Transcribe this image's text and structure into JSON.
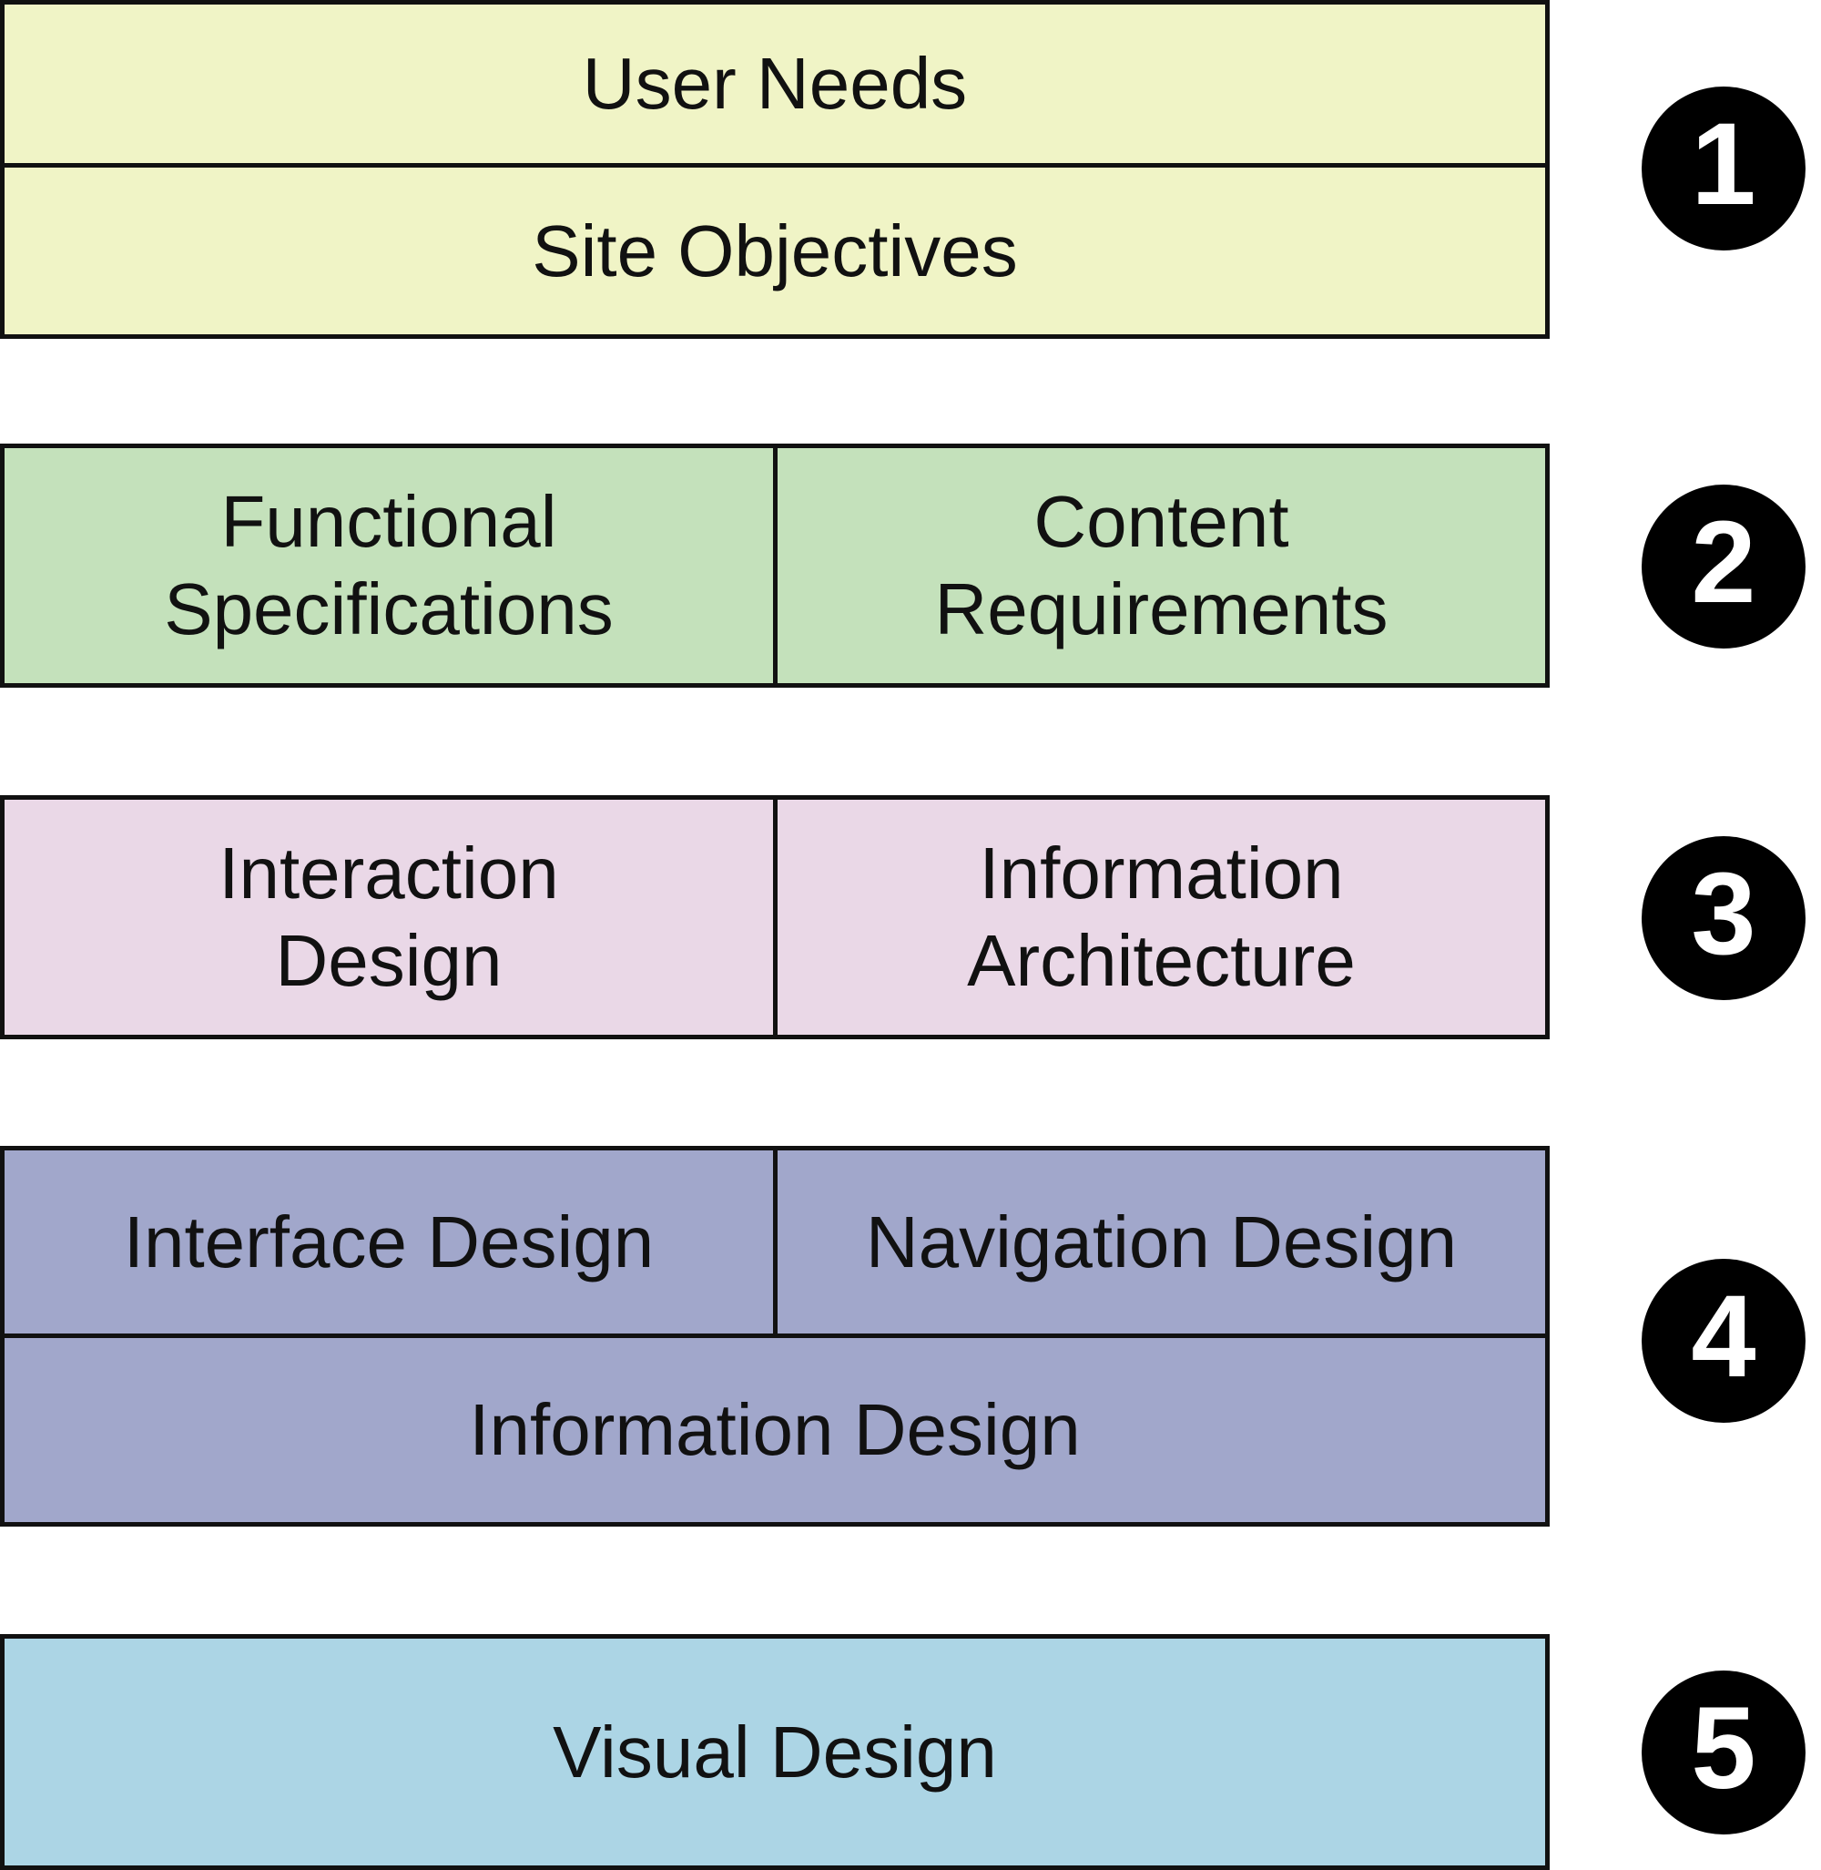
{
  "colors": {
    "tier1": "#f0f4c6",
    "tier2": "#c4e1bb",
    "tier3": "#ead8e7",
    "tier4": "#a1a7cb",
    "tier5": "#acd5e5",
    "border": "#111111",
    "badge": "#000000"
  },
  "tiers": [
    {
      "number": "1",
      "cells": [
        "User Needs",
        "Site Objectives"
      ]
    },
    {
      "number": "2",
      "cells": [
        "Functional\nSpecifications",
        "Content\nRequirements"
      ]
    },
    {
      "number": "3",
      "cells": [
        "Interaction\nDesign",
        "Information\nArchitecture"
      ]
    },
    {
      "number": "4",
      "cells": [
        "Interface Design",
        "Navigation Design",
        "Information Design"
      ]
    },
    {
      "number": "5",
      "cells": [
        "Visual Design"
      ]
    }
  ]
}
